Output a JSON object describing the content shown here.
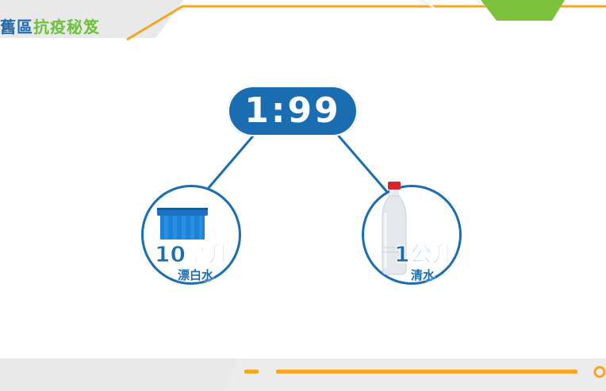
{
  "header": {
    "title_part1": "舊區",
    "title_part2": "抗疫秘笈"
  },
  "ratio": {
    "label": "1:99"
  },
  "bleach": {
    "amount": "10毫升",
    "name": "漂白水"
  },
  "water": {
    "amount": "1公升",
    "name": "清水"
  },
  "colors": {
    "primary_blue": "#1a6db1",
    "accent_green": "#6cc23a",
    "accent_orange": "#f5a623",
    "frame_gray": "#e6e6e6"
  }
}
